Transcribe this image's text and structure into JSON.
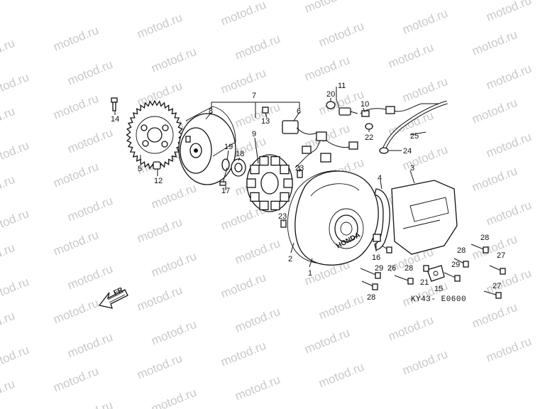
{
  "watermark": "motod.ru",
  "diagram_code": "KY43- E0600",
  "front_arrow_label": "FR.",
  "callouts": [
    "1",
    "2",
    "3",
    "4",
    "5",
    "6",
    "7",
    "8",
    "9",
    "10",
    "11",
    "12",
    "13",
    "14",
    "15",
    "16",
    "17",
    "18",
    "19",
    "20",
    "21",
    "22",
    "23",
    "23",
    "24",
    "25",
    "26",
    "27",
    "27",
    "28",
    "28",
    "28",
    "28",
    "29",
    "29"
  ]
}
